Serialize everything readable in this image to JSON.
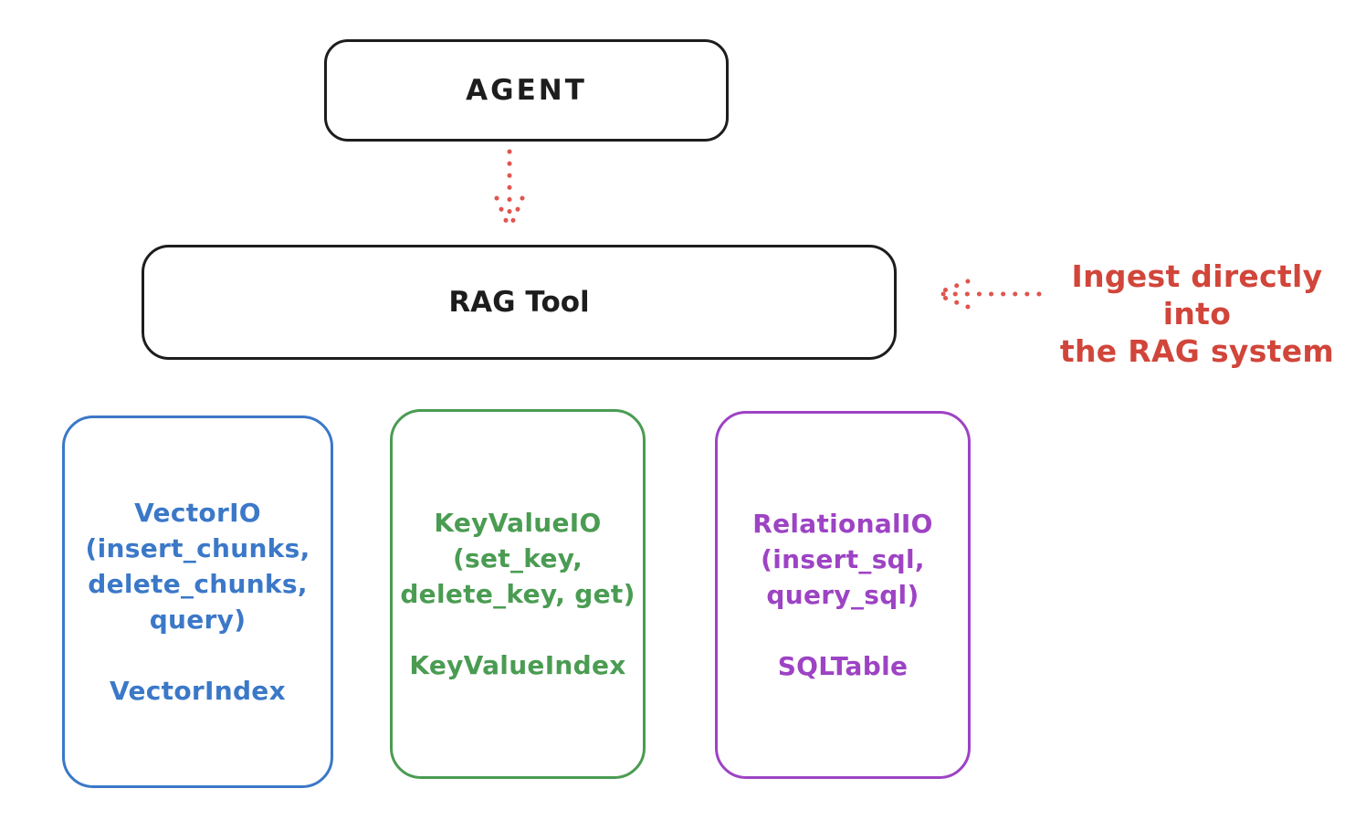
{
  "diagram": {
    "background": "#ffffff",
    "stroke_color": "#1d1d1d",
    "arrow_color": "#e0554f",
    "nodes": {
      "agent": {
        "label": "AGENT"
      },
      "rag_tool": {
        "label": "RAG Tool"
      },
      "vector_io": {
        "color": "#3b78c8",
        "line1": "VectorIO",
        "line2": "(insert_chunks,",
        "line3": "delete_chunks,",
        "line4": "query)",
        "index": "VectorIndex"
      },
      "key_value_io": {
        "color": "#4a9c52",
        "line1": "KeyValueIO",
        "line2": "(set_key,",
        "line3": "delete_key, get)",
        "index": "KeyValueIndex"
      },
      "relational_io": {
        "color": "#9d43c4",
        "line1": "RelationalIO",
        "line2": "(insert_sql,",
        "line3": "query_sql)",
        "index": "SQLTable"
      }
    },
    "annotation": {
      "color": "#d1453a",
      "line1": "Ingest directly into",
      "line2": "the RAG system"
    }
  }
}
